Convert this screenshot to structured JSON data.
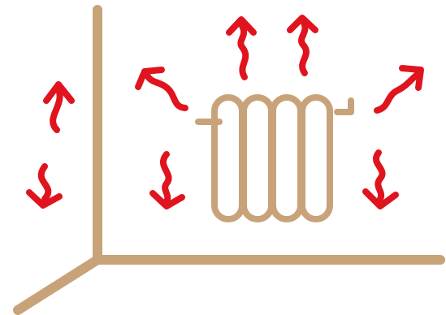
{
  "illustration": {
    "subject": "radiator-heat-circulation",
    "colors": {
      "background": "#ffffff",
      "wall_and_radiator": "#c8a37a",
      "heat_arrows": "#e0141e"
    },
    "arrows": [
      {
        "name": "arrow-up-left-wall",
        "direction": "up"
      },
      {
        "name": "arrow-down-left-wall",
        "direction": "down"
      },
      {
        "name": "arrow-up-left-diagonal",
        "direction": "up-left"
      },
      {
        "name": "arrow-down-left-center",
        "direction": "down"
      },
      {
        "name": "arrow-up-center-left",
        "direction": "up"
      },
      {
        "name": "arrow-up-center-right",
        "direction": "up"
      },
      {
        "name": "arrow-up-right-diagonal",
        "direction": "up-right"
      },
      {
        "name": "arrow-down-right",
        "direction": "down"
      }
    ]
  }
}
